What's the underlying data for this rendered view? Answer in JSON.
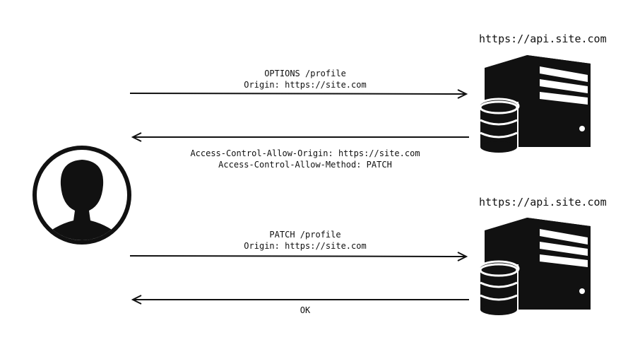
{
  "preflight": {
    "server_url": "https://api.site.com",
    "request": {
      "line1": "OPTIONS /profile",
      "line2": "Origin: https://site.com"
    },
    "response": {
      "line1": "Access-Control-Allow-Origin: https://site.com",
      "line2": "Access-Control-Allow-Method: PATCH"
    }
  },
  "actual": {
    "server_url": "https://api.site.com",
    "request": {
      "line1": "PATCH /profile",
      "line2": "Origin: https://site.com"
    },
    "response": {
      "line1": "OK"
    }
  },
  "icons": {
    "client": "user-avatar-icon",
    "server": "server-database-icon",
    "arrow_right": "arrow-right-icon",
    "arrow_left": "arrow-left-icon"
  },
  "colors": {
    "ink": "#111111",
    "background": "#ffffff"
  }
}
